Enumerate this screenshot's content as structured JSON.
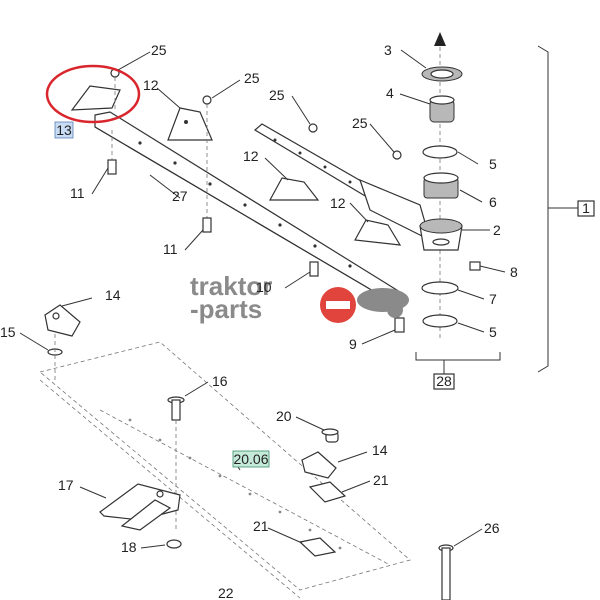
{
  "callouts": {
    "c1": "1",
    "c2": "2",
    "c3": "3",
    "c4": "4",
    "c5a": "5",
    "c5b": "5",
    "c6": "6",
    "c7": "7",
    "c8": "8",
    "c9": "9",
    "c10": "10",
    "c11a": "11",
    "c11b": "11",
    "c12a": "12",
    "c12b": "12",
    "c12c": "12",
    "c13": "13",
    "c14a": "14",
    "c14b": "14",
    "c15": "15",
    "c16": "16",
    "c17": "17",
    "c18": "18",
    "c20": "20",
    "c21a": "21",
    "c21b": "21",
    "c22": "22",
    "c25a": "25",
    "c25b": "25",
    "c25c": "25",
    "c25d": "25",
    "c26": "26",
    "c27": "27",
    "c28": "28",
    "c2006": "20.06"
  },
  "watermark": {
    "line1": "traktor",
    "line2": "-parts"
  },
  "colors": {
    "highlight_circle": "#d9262c",
    "callout_blue": "#c9dcf5",
    "callout_green": "#c5ead9",
    "logo_red": "#e0443d"
  }
}
